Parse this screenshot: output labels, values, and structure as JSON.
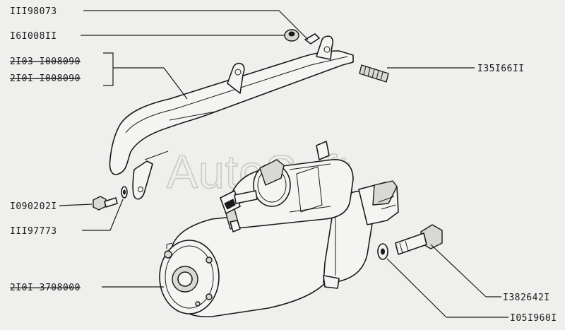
{
  "watermark": "AutoSoft",
  "labels": {
    "l_111": "III98073",
    "l_161": "I6I008II",
    "l_2103": "2I03-I008090",
    "l_2101": "2I0I-I008090",
    "l_135": "I35I66II",
    "l_109": "I090202I",
    "l_1119": "III97773",
    "l_starter": "2I0I-3708000",
    "l_138": "I382642I",
    "l_105": "I05I960I"
  }
}
